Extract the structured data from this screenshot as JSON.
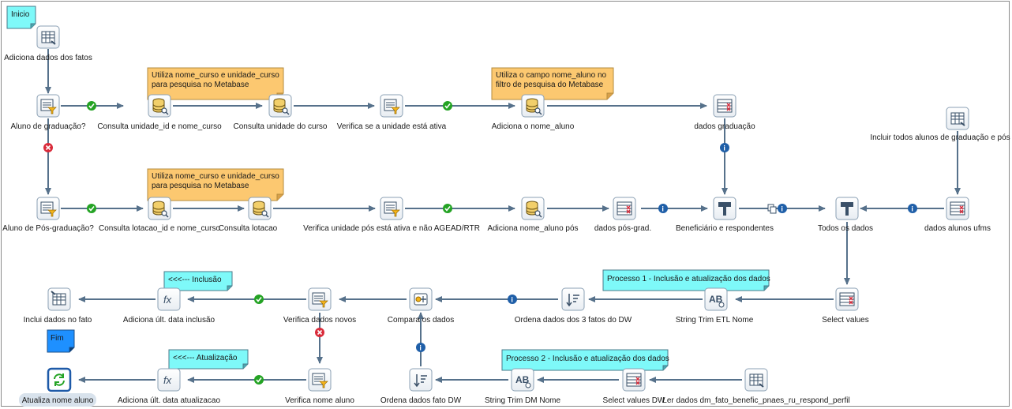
{
  "steps": {
    "adiciona_fatos": "Adiciona dados dos fatos",
    "aluno_grad": "Aluno de graduação?",
    "consulta_unidade_id": "Consulta unidade_id e nome_curso",
    "consulta_unidade_curso": "Consulta unidade do curso",
    "verifica_unidade_ativa": "Verifica se a unidade está ativa",
    "adiciona_nome_aluno": "Adiciona o nome_aluno",
    "dados_graduacao": "dados graduação",
    "incluir_todos": "Incluir todos alunos de graduação e pós",
    "aluno_pos": "Aluno de Pós-graduação?",
    "consulta_lotacao_id": "Consulta lotacao_id e nome_curso",
    "consulta_lotacao": "Consulta lotacao",
    "verifica_unidade_pos": "Verifica unidade pós está ativa e não AGEAD/RTR",
    "adiciona_nome_pos": "Adiciona nome_aluno pós",
    "dados_pos": "dados pós-grad.",
    "beneficiario": "Beneficiário e respondentes",
    "todos_dados": "Todos os dados",
    "dados_ufms": "dados alunos ufms",
    "inclui_fato": "Inclui dados no fato",
    "adiciona_data_inclusao": "Adiciona últ. data inclusão",
    "verifica_novos": "Verifica dados novos",
    "compara": "Compara os dados",
    "ordena_3_fatos": "Ordena dados dos 3 fatos do DW",
    "string_trim_etl": "String Trim ETL Nome",
    "select_values": "Select values",
    "atualiza_nome": "Atualiza nome aluno",
    "adiciona_data_atualizacao": "Adiciona últ. data atualizacao",
    "verifica_nome": "Verifica nome aluno",
    "ordena_fato_dw": "Ordena dados fato DW",
    "string_trim_dm": "String Trim DM Nome",
    "select_values_dw": "Select values DW",
    "ler_dados": "Ler dados dm_fato_benefic_pnaes_ru_respond_perfil"
  },
  "notes": {
    "inicio": "Inicio",
    "fim": "Fim",
    "note1_l1": "Utiliza nome_curso e unidade_curso",
    "note1_l2": "para pesquisa no Metabase",
    "note2_l1": "Utiliza o campo nome_aluno no",
    "note2_l2": "filtro de pesquisa do Metabase",
    "note3_l1": "Utiliza nome_curso e unidade_curso",
    "note3_l2": "para pesquisa no Metabase",
    "inclusao": "<<<--- Inclusão",
    "processo1": "Processo 1 - Inclusão e atualização dos dados",
    "processo2": "Processo 2 - Inclusão e atualização dos dados",
    "atualizacao": "<<<--- Atualização"
  },
  "icons": {
    "true_badge": "check-icon",
    "false_badge": "cross-icon",
    "info_badge": "info-icon",
    "copy_badge": "copy-rows-icon"
  },
  "colors": {
    "hop": "#56718b",
    "note_orange": "#fcc870",
    "note_cyan": "#7ef9f9",
    "note_blue": "#1e90ff",
    "ok_green": "#24a324",
    "err_red": "#d92b3a",
    "info_blue": "#1f5fa8"
  }
}
